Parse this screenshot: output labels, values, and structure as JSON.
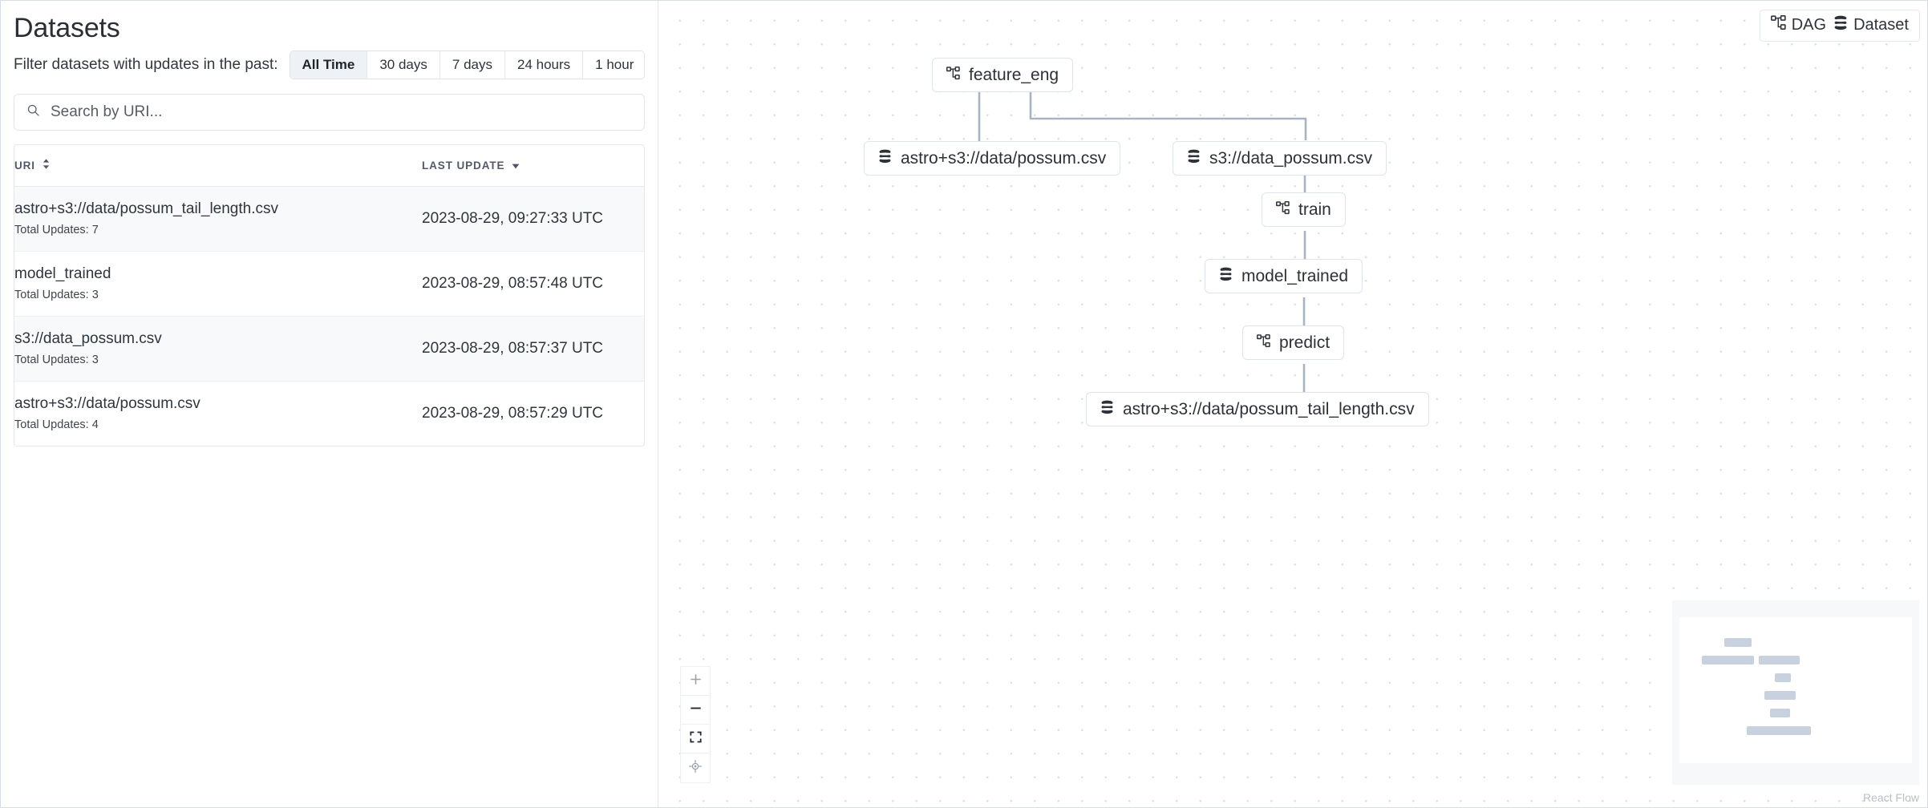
{
  "left": {
    "title": "Datasets",
    "filter_label": "Filter datasets with updates in the past:",
    "time_filters": [
      {
        "label": "All Time",
        "active": true
      },
      {
        "label": "30 days",
        "active": false
      },
      {
        "label": "7 days",
        "active": false
      },
      {
        "label": "24 hours",
        "active": false
      },
      {
        "label": "1 hour",
        "active": false
      }
    ],
    "search": {
      "placeholder": "Search by URI...",
      "value": "",
      "icon": "search-icon"
    },
    "table": {
      "columns": [
        {
          "label": "URI",
          "sort": "none",
          "sort_icon": "sort-both-icon"
        },
        {
          "label": "LAST UPDATE",
          "sort": "desc",
          "sort_icon": "sort-desc-icon"
        }
      ],
      "rows": [
        {
          "uri": "astro+s3://data/possum_tail_length.csv",
          "updates": "Total Updates: 7",
          "last_update": "2023-08-29, 09:27:33 UTC"
        },
        {
          "uri": "model_trained",
          "updates": "Total Updates: 3",
          "last_update": "2023-08-29, 08:57:48 UTC"
        },
        {
          "uri": "s3://data_possum.csv",
          "updates": "Total Updates: 3",
          "last_update": "2023-08-29, 08:57:37 UTC"
        },
        {
          "uri": "astro+s3://data/possum.csv",
          "updates": "Total Updates: 4",
          "last_update": "2023-08-29, 08:57:29 UTC"
        }
      ]
    }
  },
  "graph": {
    "legend": [
      {
        "label": "DAG",
        "icon": "dag-icon"
      },
      {
        "label": "Dataset",
        "icon": "dataset-icon"
      }
    ],
    "nodes": [
      {
        "id": "feature_eng",
        "label": "feature_eng",
        "type": "dag",
        "icon": "dag-icon"
      },
      {
        "id": "possum_csv",
        "label": "astro+s3://data/possum.csv",
        "type": "dataset",
        "icon": "dataset-icon"
      },
      {
        "id": "data_possum_csv",
        "label": "s3://data_possum.csv",
        "type": "dataset",
        "icon": "dataset-icon"
      },
      {
        "id": "train",
        "label": "train",
        "type": "dag",
        "icon": "dag-icon"
      },
      {
        "id": "model_trained",
        "label": "model_trained",
        "type": "dataset",
        "icon": "dataset-icon"
      },
      {
        "id": "predict",
        "label": "predict",
        "type": "dag",
        "icon": "dag-icon"
      },
      {
        "id": "tail_length_csv",
        "label": "astro+s3://data/possum_tail_length.csv",
        "type": "dataset",
        "icon": "dataset-icon"
      }
    ],
    "edges": [
      {
        "from": "feature_eng",
        "to": "possum_csv"
      },
      {
        "from": "feature_eng",
        "to": "data_possum_csv"
      },
      {
        "from": "data_possum_csv",
        "to": "train"
      },
      {
        "from": "train",
        "to": "model_trained"
      },
      {
        "from": "model_trained",
        "to": "predict"
      },
      {
        "from": "predict",
        "to": "tail_length_csv"
      }
    ],
    "controls": [
      {
        "name": "zoom-in",
        "icon": "plus-icon"
      },
      {
        "name": "zoom-out",
        "icon": "minus-icon"
      },
      {
        "name": "fit-view",
        "icon": "fit-view-icon"
      },
      {
        "name": "toggle-interactivity",
        "icon": "lock-target-icon"
      }
    ],
    "attribution": "React Flow",
    "colors": {
      "edge": "#a8b4c4",
      "node_border": "#dde4ee",
      "minimap_node": "#c7d2de",
      "grid_dot": "#dcdfe4",
      "active_filter_bg": "#eef2f6"
    }
  }
}
